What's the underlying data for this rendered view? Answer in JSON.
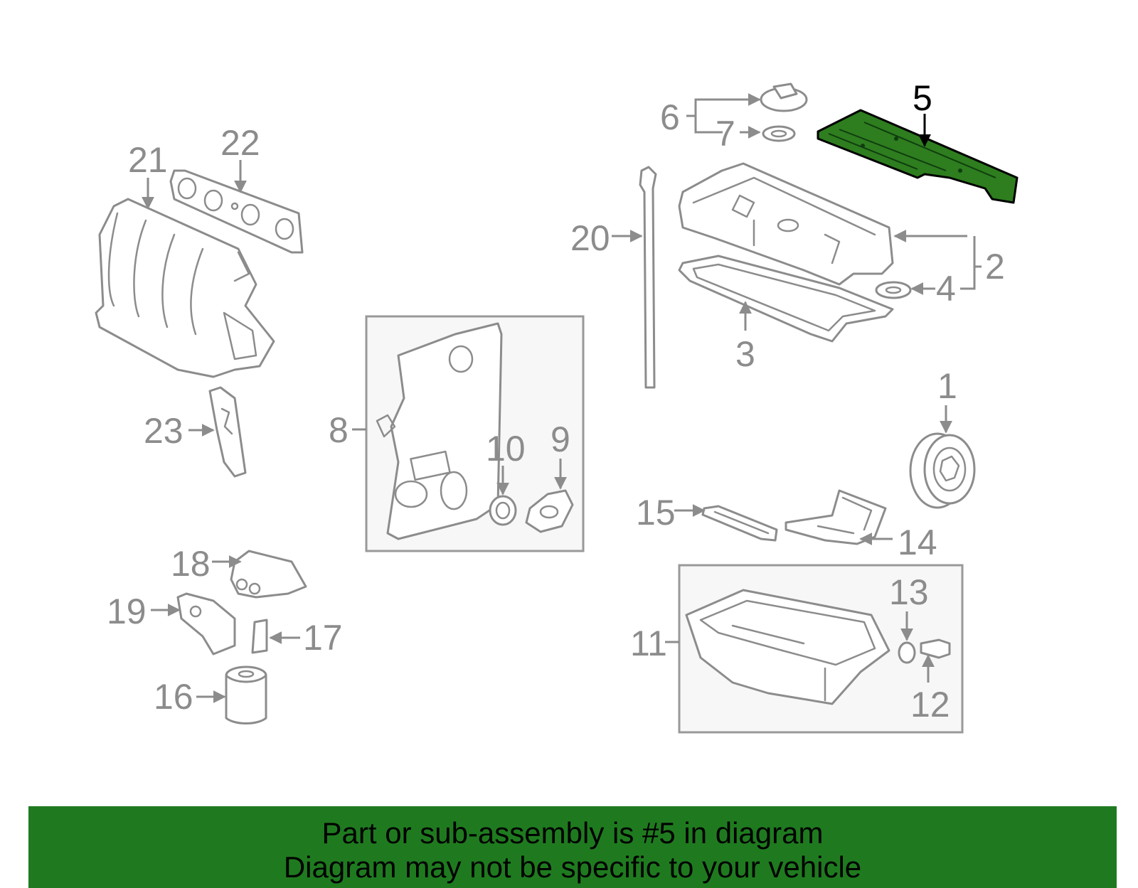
{
  "diagram": {
    "highlighted_part": "5",
    "highlight_color": "#2e7d1f",
    "banner_color": "#1f7a1f",
    "callouts": [
      "1",
      "2",
      "3",
      "4",
      "5",
      "6",
      "7",
      "8",
      "9",
      "10",
      "11",
      "12",
      "13",
      "14",
      "15",
      "16",
      "17",
      "18",
      "19",
      "20",
      "21",
      "22",
      "23"
    ]
  },
  "banner": {
    "line1": "Part or sub-assembly is #5 in diagram",
    "line2": "Diagram may not be specific to your vehicle"
  }
}
